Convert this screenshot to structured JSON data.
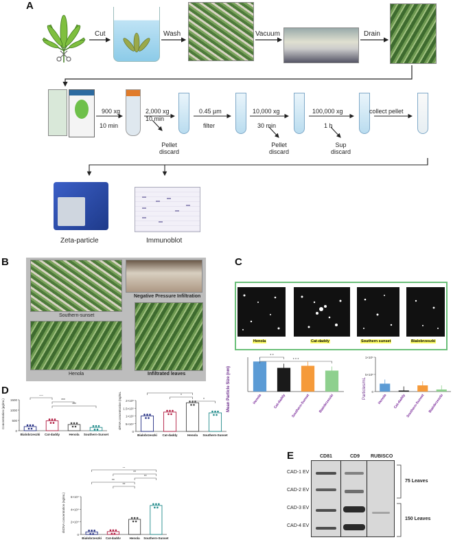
{
  "panelA": {
    "label": "A",
    "steps_row1": [
      "Cut",
      "Wash",
      "Vacuum",
      "Drain"
    ],
    "centrifuge": [
      {
        "top": "900 xg",
        "bottom": "10 min"
      },
      {
        "top": "2,000 xg",
        "bottom": "10 min"
      },
      {
        "top": "0.45 µm",
        "bottom": "filter"
      },
      {
        "top": "10,000 xg",
        "bottom": "30 min"
      },
      {
        "top": "100,000 xg",
        "bottom": "1 h"
      },
      {
        "top": "collect pellet",
        "bottom": ""
      }
    ],
    "discards": [
      {
        "line1": "Pellet",
        "line2": "discard"
      },
      {
        "line1": "Pellet",
        "line2": "discard"
      },
      {
        "line1": "Sup",
        "line2": "discard"
      }
    ],
    "outputs": [
      "Zeta-particle",
      "Immunoblot"
    ]
  },
  "panelB": {
    "label": "B",
    "captions": [
      "Southern-sunset",
      "Negative Pressure Infiltration",
      "Henola",
      "Infiltrated leaves"
    ]
  },
  "panelC": {
    "label": "C",
    "micro_labels": [
      "Henola",
      "Cat-daddy",
      "Southern sunset",
      "Bialobrzeszki"
    ],
    "size_chart": {
      "ylabel": "Mean Particle Size (nm)",
      "categories": [
        "Henola",
        "Cat-daddy",
        "Southern-Sunset",
        "Bialobrzeszki"
      ],
      "sig": [
        "* *",
        "* * *"
      ]
    },
    "conc_chart": {
      "ylabel": "Particles/mL",
      "ticks": [
        "1×10⁹",
        "5×10⁸",
        "0"
      ],
      "categories": [
        "Henola",
        "Cat-daddy",
        "Southern-Sunset",
        "Bialobrzeszki"
      ]
    }
  },
  "panelD": {
    "label": "D",
    "chart1": {
      "ylabel": "Concentration (µg/mL)",
      "categories": [
        "Bialobrzeszki",
        "Cat-daddy",
        "Henola",
        "Southern-Sunset"
      ],
      "ticks": [
        "1500",
        "1000",
        "500",
        "0"
      ],
      "sig": [
        "***",
        "***",
        "***"
      ]
    },
    "chart2": {
      "ylabel": "siRNA concentration (ng/mL)",
      "categories": [
        "Bialobrzeszki",
        "Cat-daddy",
        "Henola",
        "Southern-Sunset"
      ],
      "ticks": [
        "2×10⁵",
        "1.5×10⁵",
        "1×10⁵",
        "5×10⁴",
        "0"
      ],
      "sig": [
        "**",
        "*",
        "*"
      ]
    },
    "chart3": {
      "ylabel": "dsDNA concentration (ng/mL)",
      "categories": [
        "Bialobrzeszki",
        "Cat-daddy",
        "Henola",
        "Southern-Sunset"
      ],
      "ticks": [
        "6×10⁴",
        "4×10⁴",
        "2×10⁴",
        "0"
      ],
      "sig": [
        "**",
        "**",
        "**",
        "**",
        "**"
      ]
    }
  },
  "panelE": {
    "label": "E",
    "columns": [
      "CD81",
      "CD9",
      "RUBISCO"
    ],
    "rows": [
      "CAD-1 EV",
      "CAD-2 EV",
      "CAD-3 EV",
      "CAD-4 EV"
    ],
    "groups": [
      "75 Leaves",
      "150 Leaves"
    ]
  },
  "chart_data": [
    {
      "type": "bar",
      "title": "",
      "xlabel": "",
      "ylabel": "Mean Particle Size (nm)",
      "categories": [
        "Henola",
        "Cat-daddy",
        "Southern-Sunset",
        "Bialobrzeszki"
      ],
      "values": [
        175,
        138,
        150,
        122
      ],
      "ylim": [
        0,
        200
      ],
      "colors": [
        "#5b9bd5",
        "#1a1a1a",
        "#f59a3a",
        "#8ed08e"
      ]
    },
    {
      "type": "bar",
      "title": "",
      "xlabel": "",
      "ylabel": "Particles/mL",
      "categories": [
        "Henola",
        "Cat-daddy",
        "Southern-Sunset",
        "Bialobrzeszki"
      ],
      "values": [
        230000000,
        30000000,
        180000000,
        60000000
      ],
      "ylim": [
        0,
        1000000000
      ],
      "colors": [
        "#5b9bd5",
        "#1a1a1a",
        "#f59a3a",
        "#8ed08e"
      ]
    },
    {
      "type": "bar",
      "title": "",
      "xlabel": "",
      "ylabel": "Concentration (µg/mL)",
      "categories": [
        "Bialobrzeszki",
        "Cat-daddy",
        "Henola",
        "Southern-Sunset"
      ],
      "values": [
        200,
        480,
        300,
        160
      ],
      "ylim": [
        0,
        1500
      ],
      "colors": [
        "#1f2a80",
        "#b0183e",
        "#444444",
        "#1f8a8a"
      ]
    },
    {
      "type": "bar",
      "title": "",
      "xlabel": "",
      "ylabel": "siRNA concentration (ng/mL)",
      "categories": [
        "Bialobrzeszki",
        "Cat-daddy",
        "Henola",
        "Southern-Sunset"
      ],
      "values": [
        100000,
        125000,
        185000,
        120000
      ],
      "ylim": [
        0,
        200000
      ],
      "colors": [
        "#1f2a80",
        "#b0183e",
        "#444444",
        "#1f8a8a"
      ]
    },
    {
      "type": "bar",
      "title": "",
      "xlabel": "",
      "ylabel": "dsDNA concentration (ng/mL)",
      "categories": [
        "Bialobrzeszki",
        "Cat-daddy",
        "Henola",
        "Southern-Sunset"
      ],
      "values": [
        4000,
        4500,
        24000,
        46000
      ],
      "ylim": [
        0,
        60000
      ],
      "colors": [
        "#1f2a80",
        "#b0183e",
        "#444444",
        "#1f8a8a"
      ]
    }
  ]
}
